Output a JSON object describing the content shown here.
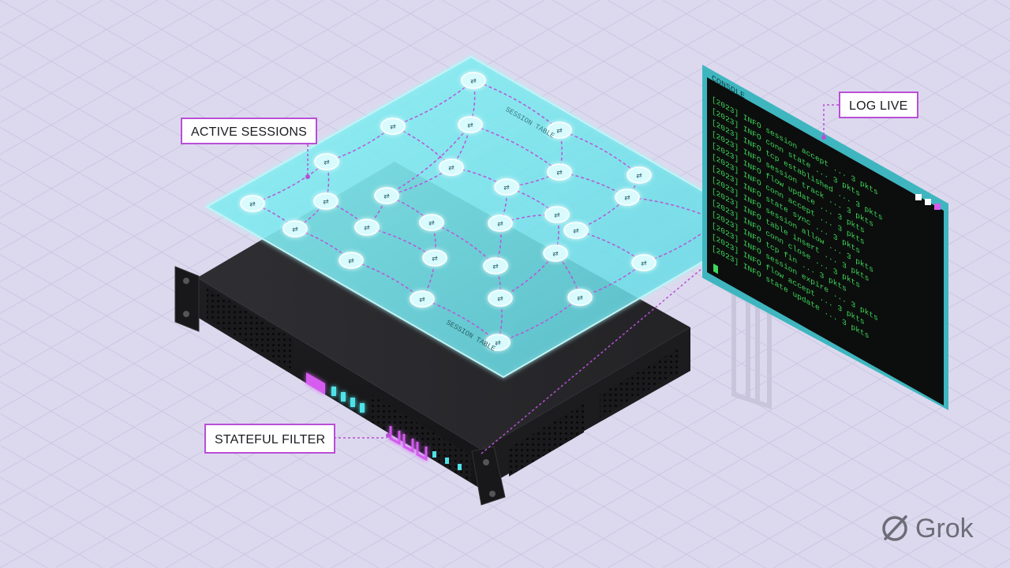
{
  "labels": {
    "active_sessions": "ACTIVE SESSIONS",
    "log_live": "LOG LIVE",
    "stateful_filter": "STATEFUL FILTER"
  },
  "console": {
    "title": "CONSOLE",
    "log_lines": [
      "[2023] INFO session accept ... 3 pkts",
      "[2023] INFO conn state ... 3 pkts",
      "[2023] INFO tcp established ... 3 pkts",
      "[2023] INFO session track ... 3 pkts",
      "[2023] INFO flow update ... 3 pkts",
      "[2023] INFO conn accept ... 3 pkts",
      "[2023] INFO state sync ... 3 pkts",
      "[2023] INFO session allow ... 3 pkts",
      "[2023] INFO table insert ... 3 pkts",
      "[2023] INFO conn close ... 3 pkts",
      "[2023] INFO tcp fin ... 3 pkts",
      "[2023] INFO session expire ... 3 pkts",
      "[2023] INFO flow accept ... 3 pkts",
      "[2023] INFO state update ... 3 pkts"
    ]
  },
  "session_table": {
    "title": "SESSION TABLE",
    "node_glyph": "⇄"
  },
  "watermark": {
    "brand": "Grok"
  },
  "colors": {
    "background": "#dcd9ee",
    "accent": "#b94fd6",
    "glass": "#7fe3ee",
    "terminal_text": "#3ed75a",
    "teal_frame": "#3fb6bf",
    "device": "#2a2a2e"
  }
}
